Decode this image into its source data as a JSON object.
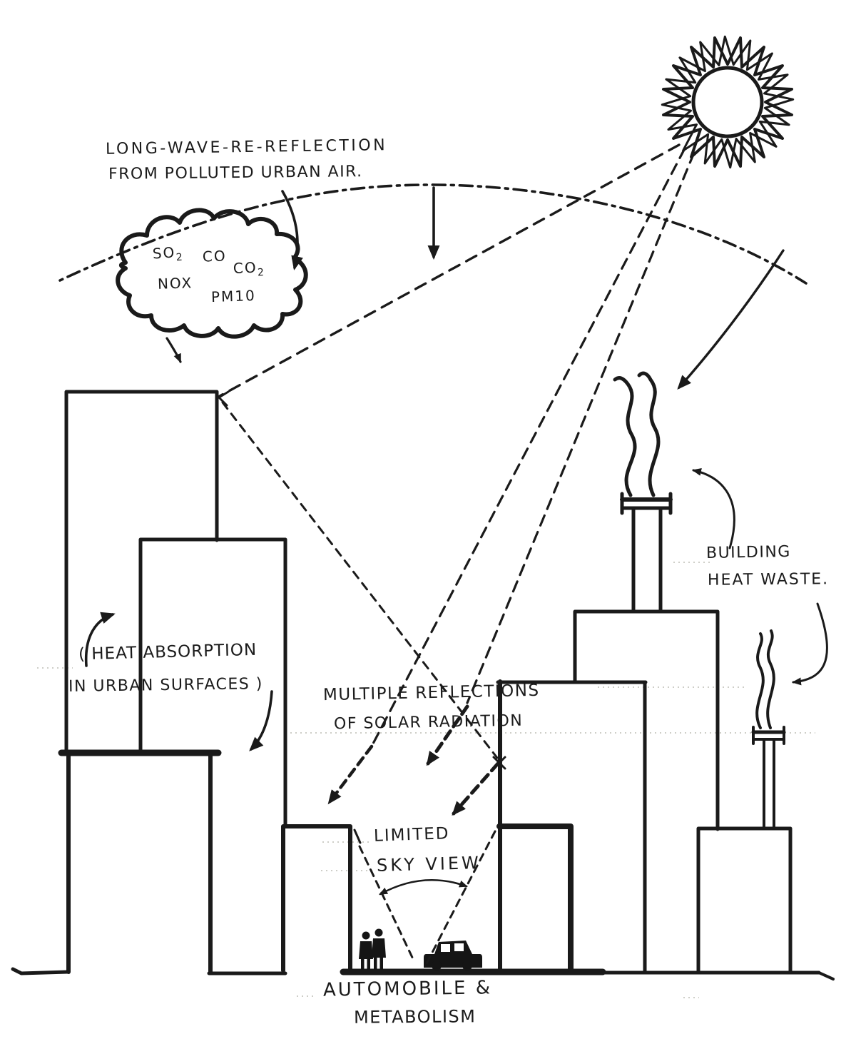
{
  "meta": {
    "ink_color": "#1a1a1a",
    "paper_color": "#ffffff",
    "pencil_guide_color": "#c7c7c0"
  },
  "labels": {
    "longwave": {
      "line1": "LONG-WAVE-RE-REFLECTION",
      "line2": "FROM POLLUTED URBAN AIR."
    },
    "building_heat_waste": {
      "line1": "BUILDING",
      "line2": "HEAT WASTE."
    },
    "heat_absorption": {
      "line1": "( HEAT ABSORPTION",
      "line2": "IN URBAN SURFACES )"
    },
    "multiple_reflections": {
      "line1": "MULTIPLE REFLECTIONS",
      "line2": "OF SOLAR RADIATION"
    },
    "limited_sky_view": {
      "line1": "LIMITED",
      "line2": "SKY VIEW"
    },
    "automobile_metabolism": {
      "line1": "AUTOMOBILE &",
      "line2": "METABOLISM"
    }
  },
  "pollutants": [
    {
      "text": "SO",
      "sub": "2"
    },
    {
      "text": "CO",
      "sub": ""
    },
    {
      "text": "CO",
      "sub": "2"
    },
    {
      "text": "NOX",
      "sub": ""
    },
    {
      "text": "PM10",
      "sub": ""
    }
  ],
  "icons": {
    "sun": "sun-icon",
    "pollution_cloud": "cloud-icon",
    "chimney_smoke": "smoke-icon",
    "pedestrians": "pedestrians-icon",
    "automobile": "car-icon"
  }
}
